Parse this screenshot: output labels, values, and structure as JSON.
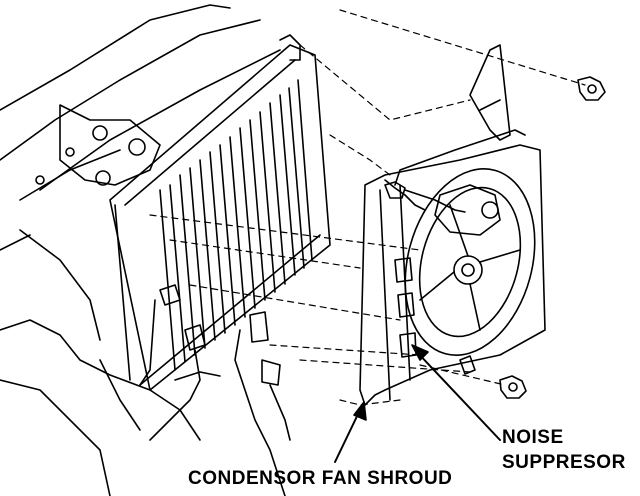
{
  "labels": {
    "noise_line1": "NOISE",
    "noise_line2": "SUPPRESOR",
    "shroud": "CONDENSOR FAN SHROUD"
  },
  "colors": {
    "ink": "#000000",
    "paper": "#ffffff"
  }
}
